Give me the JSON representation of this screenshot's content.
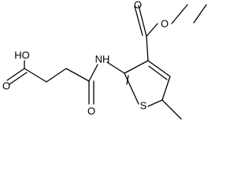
{
  "molecule": {
    "atoms": {
      "ester_o_single": "O",
      "ester_o_double": "O",
      "nitrogen": "NH",
      "sulfur": "S",
      "acid_oh": "HO",
      "acid_o_double": "O",
      "amide_o_double": "O"
    }
  }
}
